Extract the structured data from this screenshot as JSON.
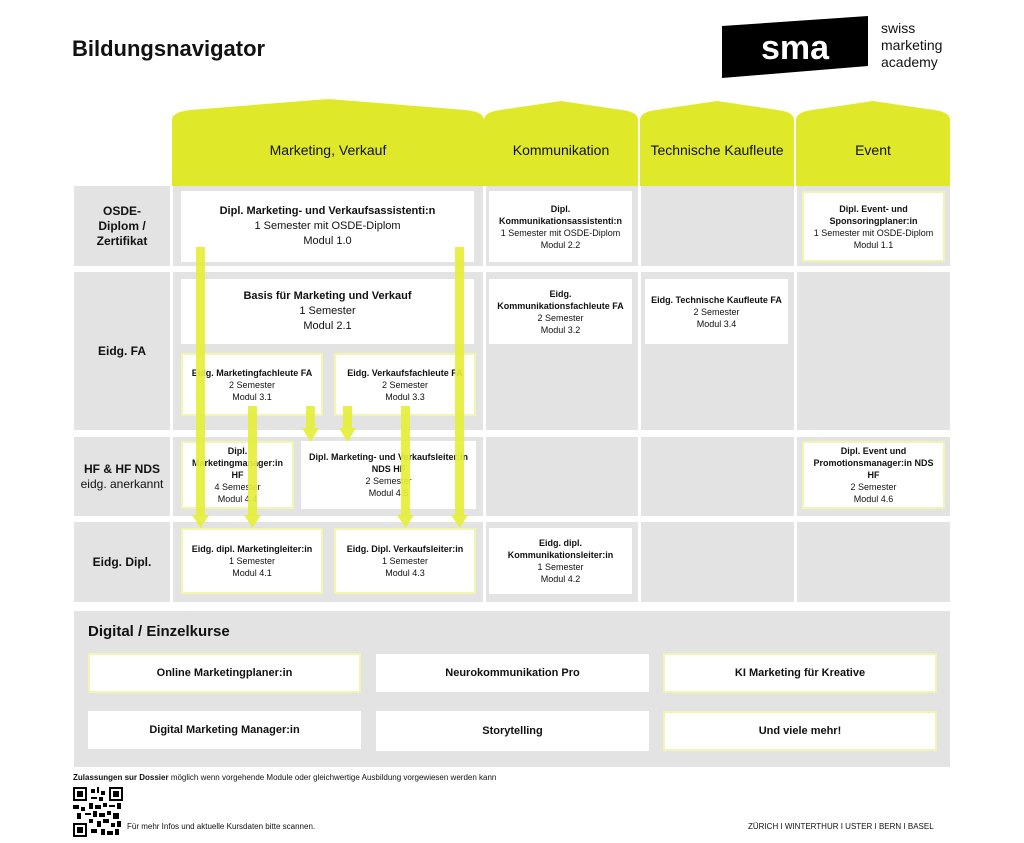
{
  "title": "Bildungsnavigator",
  "logo": {
    "mark": "sma",
    "lines": [
      "swiss",
      "marketing",
      "academy"
    ]
  },
  "columns": [
    "Marketing, Verkauf",
    "Kommunikation",
    "Technische Kaufleute",
    "Event"
  ],
  "rows": [
    {
      "label": "OSDE-Diplom / Zertifikat",
      "sub": ""
    },
    {
      "label": "Eidg. FA",
      "sub": ""
    },
    {
      "label": "HF & HF NDS",
      "sub": "eidg. anerkannt"
    },
    {
      "label": "Eidg. Dipl.",
      "sub": ""
    }
  ],
  "cards": [
    {
      "id": "c10",
      "title": "Dipl. Marketing- und Verkaufsassistenti:n",
      "l1": "1 Semester mit OSDE-Diplom",
      "l2": "Modul 1.0"
    },
    {
      "id": "c22",
      "title": "Dipl. Kommunikationsassistenti:n",
      "l1": "1 Semester mit OSDE-Diplom",
      "l2": "Modul 2.2"
    },
    {
      "id": "c11",
      "title": "Dipl. Event- und Sponsoringplaner:in",
      "l1": "1 Semester mit OSDE-Diplom",
      "l2": "Modul 1.1"
    },
    {
      "id": "c21",
      "title": "Basis für Marketing und Verkauf",
      "l1": "1 Semester",
      "l2": "Modul 2.1"
    },
    {
      "id": "c32",
      "title": "Eidg. Kommunikationsfachleute FA",
      "l1": "2 Semester",
      "l2": "Modul 3.2"
    },
    {
      "id": "c34",
      "title": "Eidg. Technische Kaufleute FA",
      "l1": "2 Semester",
      "l2": "Modul 3.4"
    },
    {
      "id": "c31",
      "title": "Eidg. Marketingfachleute FA",
      "l1": "2 Semester",
      "l2": "Modul 3.1"
    },
    {
      "id": "c33",
      "title": "Eidg. Verkaufsfachleute FA",
      "l1": "2 Semester",
      "l2": "Modul 3.3"
    },
    {
      "id": "c44",
      "title": "Dipl. Marketingmanager:in HF",
      "l1": "4 Semester",
      "l2": "Modul 4.4"
    },
    {
      "id": "c45",
      "title": "Dipl. Marketing- und Verkaufsleiter:in NDS HF",
      "l1": "2 Semester",
      "l2": "Modul 4.5"
    },
    {
      "id": "c46",
      "title": "Dipl. Event und Promotionsmanager:in NDS HF",
      "l1": "2 Semester",
      "l2": "Modul 4.6"
    },
    {
      "id": "c41",
      "title": "Eidg. dipl. Marketingleiter:in",
      "l1": "1 Semester",
      "l2": "Modul 4.1"
    },
    {
      "id": "c43",
      "title": "Eidg. Dipl. Verkaufsleiter:in",
      "l1": "1 Semester",
      "l2": "Modul 4.3"
    },
    {
      "id": "c42",
      "title": "Eidg. dipl. Kommunikationsleiter:in",
      "l1": "1 Semester",
      "l2": "Modul 4.2"
    }
  ],
  "digital": {
    "title": "Digital / Einzelkurse",
    "items": [
      "Online Marketingplaner:in",
      "Neurokommunikation Pro",
      "KI Marketing für Kreative",
      "Digital Marketing Manager:in",
      "Storytelling",
      "Und viele mehr!"
    ]
  },
  "footer": {
    "note_bold": "Zulassungen sur Dossier",
    "note_rest": " möglich wenn vorgehende Module oder gleichwertige Ausbildung vorgewiesen werden kann",
    "scan": "Für mehr Infos und aktuelle Kursdaten bitte scannen.",
    "cities": "ZÜRICH I WINTERTHUR I USTER I BERN I BASEL"
  },
  "colors": {
    "accent": "#dfe92a",
    "panel": "#e3e3e3",
    "logo": "#000000"
  }
}
